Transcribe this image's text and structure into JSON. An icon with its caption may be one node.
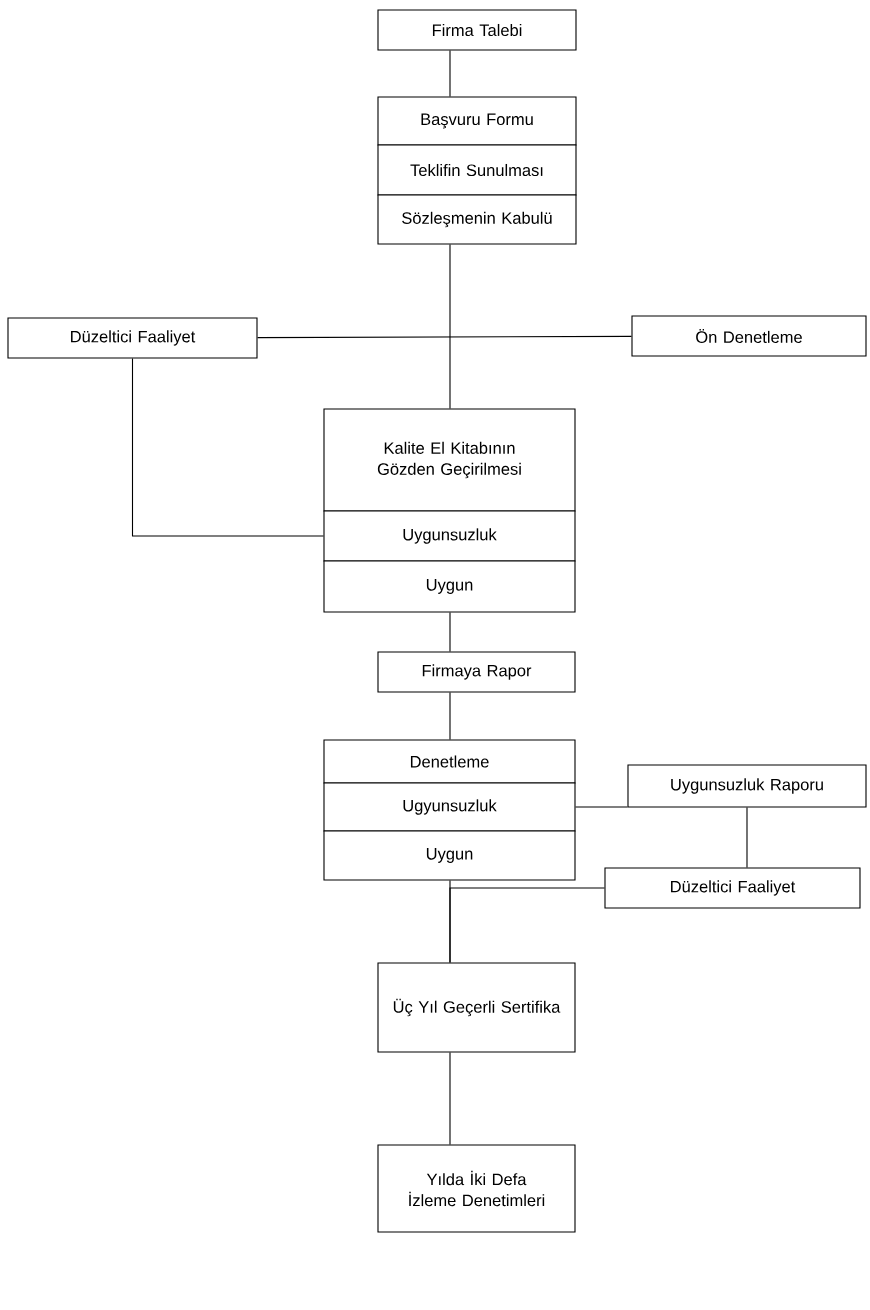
{
  "diagram": {
    "nodes": [
      {
        "text": [
          "Firma Talebi"
        ]
      },
      {
        "text": [
          "Başvuru Formu"
        ]
      },
      {
        "text": [
          "Teklifin Sunulması"
        ]
      },
      {
        "text": [
          "Sözleşmenin Kabulü"
        ]
      },
      {
        "text": [
          "Düzeltici Faaliyet"
        ]
      },
      {
        "text": [
          "Ön Denetleme"
        ]
      },
      {
        "text": [
          "Kalite El Kitabının Gözden Geçirilmesi"
        ]
      },
      {
        "text": [
          "Uygunsuzluk"
        ]
      },
      {
        "text": [
          "Uygun"
        ]
      },
      {
        "text": [
          "Firmaya Rapor"
        ]
      },
      {
        "text": [
          "Denetleme"
        ]
      },
      {
        "text": [
          "Ugyunsuzluk"
        ]
      },
      {
        "text": [
          "Uygun"
        ]
      },
      {
        "text": [
          "Uygunsuzluk Raporu"
        ]
      },
      {
        "text": [
          "Düzeltici Faaliyet"
        ]
      },
      {
        "text": [
          "Üç Yıl Geçerli Sertifika"
        ]
      },
      {
        "text": [
          "Yılda İki Defa İzleme Denetimleri"
        ]
      }
    ],
    "edges": [
      {
        "from": 0,
        "to": 1,
        "arrow": "none"
      },
      {
        "from": 3,
        "to": 6,
        "arrow": "none"
      },
      {
        "from": 4,
        "to": 5,
        "arrow": "none"
      },
      {
        "from": 4,
        "to": 7,
        "arrow": "none"
      },
      {
        "from": 8,
        "to": 9,
        "arrow": "none"
      },
      {
        "from": 9,
        "to": 10,
        "arrow": "none"
      },
      {
        "from": 11,
        "to": 13,
        "arrow": "none"
      },
      {
        "from": 13,
        "to": 14,
        "arrow": "none"
      },
      {
        "from": 12,
        "to": 15,
        "arrow": "none"
      },
      {
        "from": 14,
        "to": 15,
        "arrow": "none"
      },
      {
        "from": 15,
        "to": 16,
        "arrow": "none"
      }
    ]
  }
}
